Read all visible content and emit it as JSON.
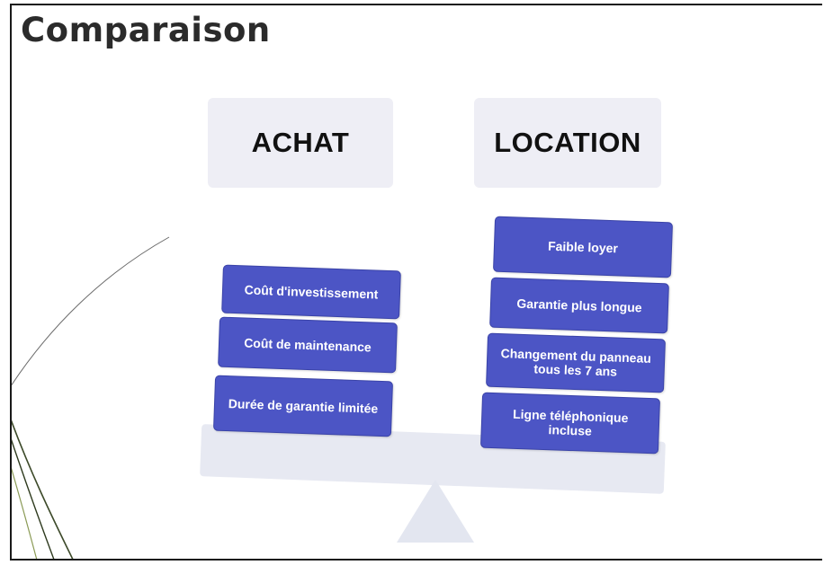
{
  "slide": {
    "title": "Comparaison"
  },
  "columns": {
    "achat": {
      "header": "ACHAT",
      "items": [
        "Coût d'investissement",
        "Coût de maintenance",
        "Durée de garantie limitée"
      ]
    },
    "location": {
      "header": "LOCATION",
      "items": [
        "Faible loyer",
        "Garantie plus longue",
        "Changement du panneau tous les 7 ans",
        "Ligne téléphonique incluse"
      ]
    }
  },
  "colors": {
    "card_fill": "#4c55c5",
    "header_fill": "#eeeef5",
    "scale_fill": "#e7e9f2",
    "curve_stroke": "#3d4a2a"
  }
}
